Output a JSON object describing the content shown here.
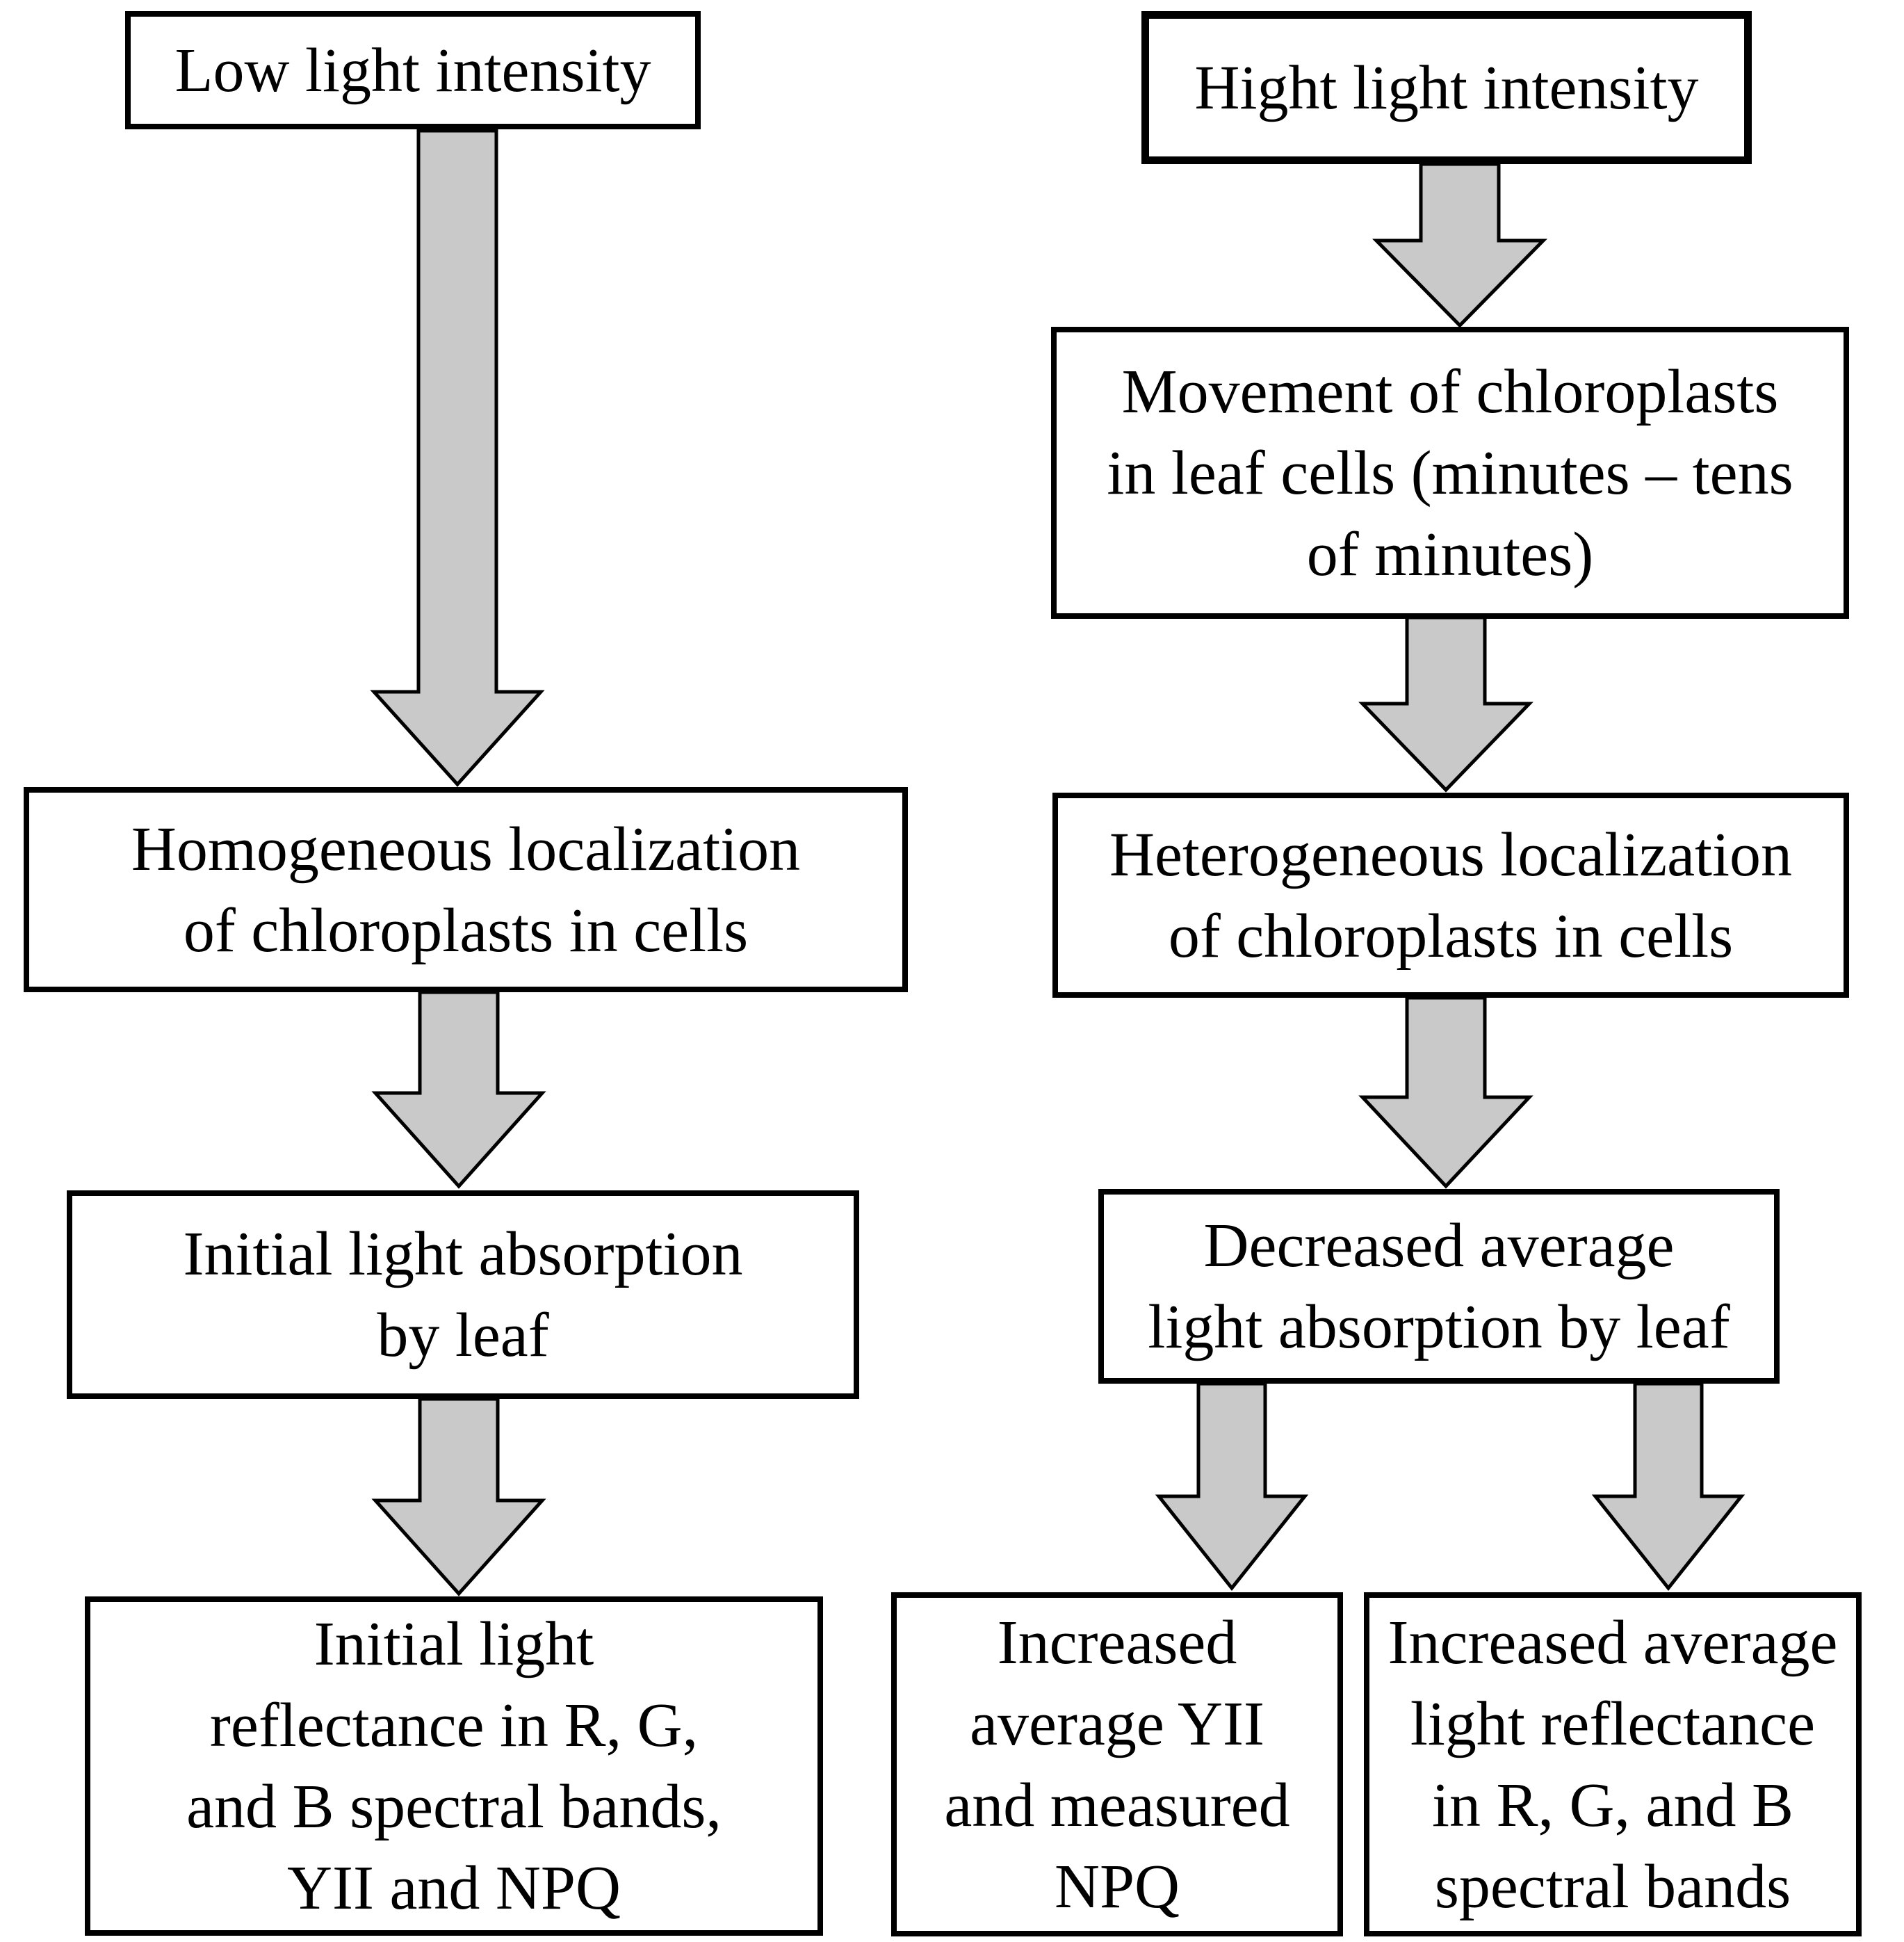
{
  "figure": {
    "title": "Flow diagram of chloroplast movement effects under low and high light intensity",
    "background": "#ffffff",
    "box_border_color": "#000000",
    "text_color": "#000000",
    "arrow_fill": "#c9c9c9",
    "arrow_stroke": "#000000"
  },
  "left_column": {
    "box1": "Low light intensity",
    "box2": "Homogeneous localization\nof chloroplasts in cells",
    "box3": "Initial light absorption\nby leaf",
    "box4": "Initial light\nreflectance in R, G,\nand B spectral bands,\nYII and NPQ"
  },
  "right_column": {
    "box1": "Hight light intensity",
    "box2": "Movement of chloroplasts\nin leaf cells (minutes – tens\nof minutes)",
    "box3": "Heterogeneous localization\nof chloroplasts in cells",
    "box4": "Decreased average\nlight absorption by leaf",
    "box5": "Increased\naverage YII\nand measured\nNPQ",
    "box6": "Increased average\nlight reflectance\nin R, G, and B\nspectral bands"
  },
  "edges": [
    "Low light intensity -> Homogeneous localization of chloroplasts in cells",
    "Homogeneous localization of chloroplasts in cells -> Initial light absorption by leaf",
    "Initial light absorption by leaf -> Initial light reflectance in R, G, and B spectral bands, YII and NPQ",
    "Hight light intensity -> Movement of chloroplasts in leaf cells (minutes – tens of minutes)",
    "Movement of chloroplasts in leaf cells (minutes – tens of minutes) -> Heterogeneous localization of chloroplasts in cells",
    "Heterogeneous localization of chloroplasts in cells -> Decreased average light absorption by leaf",
    "Decreased average light absorption by leaf -> Increased average YII and measured NPQ",
    "Decreased average light absorption by leaf -> Increased average light reflectance in R, G, and B spectral bands"
  ]
}
